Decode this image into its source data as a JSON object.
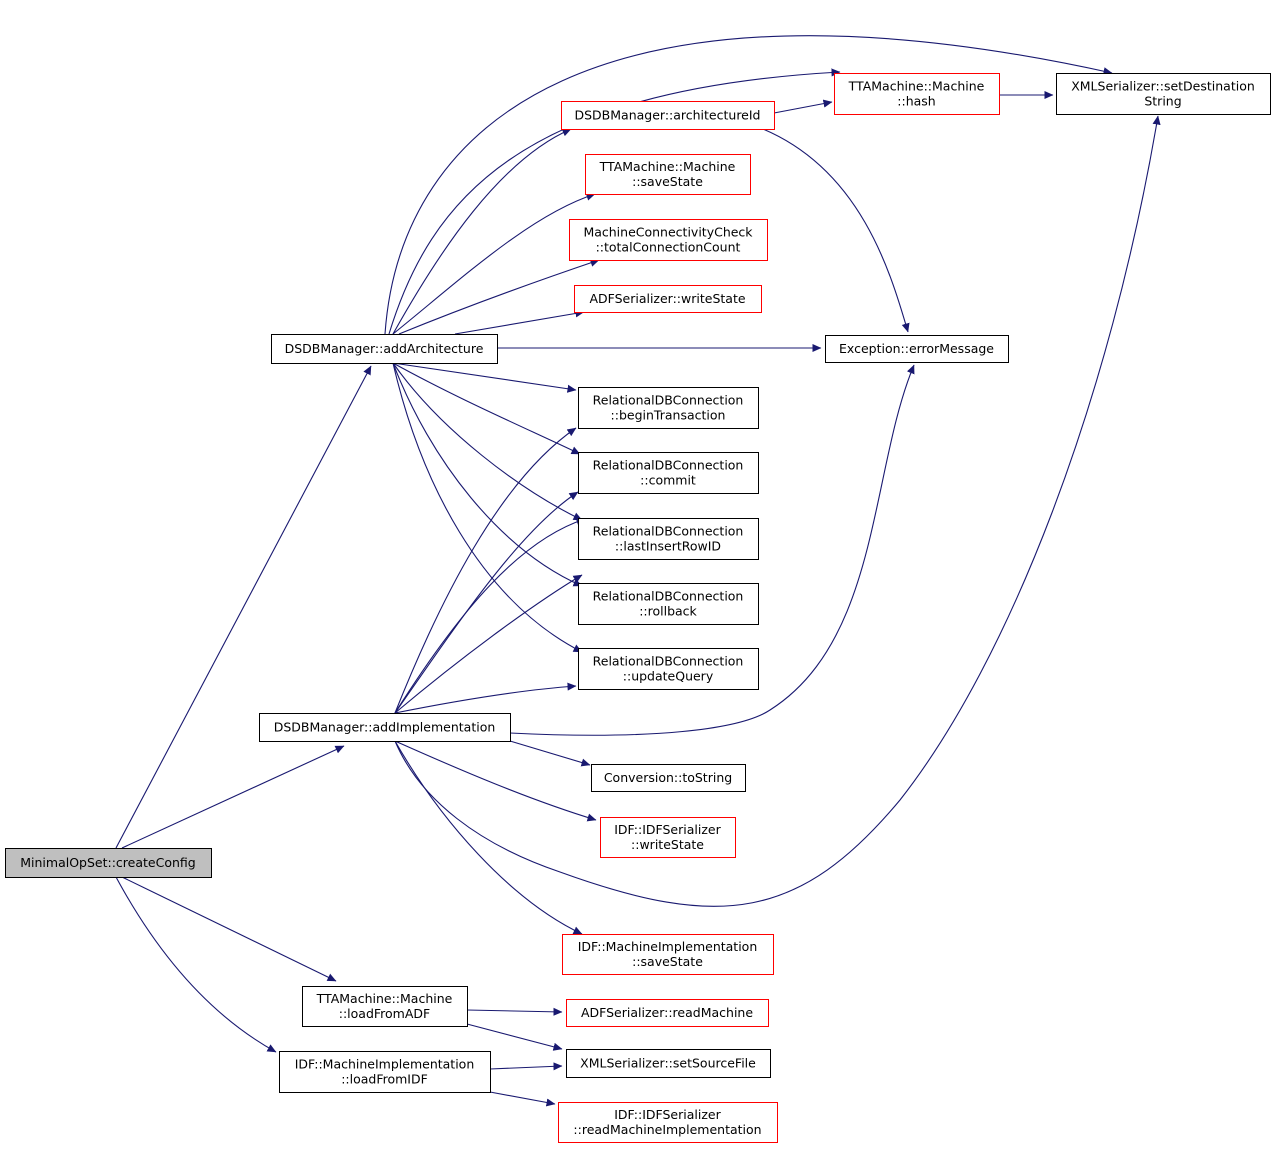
{
  "colors": {
    "edge": "#191970",
    "root_fill": "#bfbfbf",
    "border_default": "#000000",
    "border_truncated": "#ff0000",
    "node_fill": "#ffffff"
  },
  "nodes": [
    {
      "id": "createConfig",
      "lines": [
        "MinimalOpSet::createConfig"
      ],
      "style": "root"
    },
    {
      "id": "addArchitecture",
      "lines": [
        "DSDBManager::addArchitecture"
      ],
      "style": "black"
    },
    {
      "id": "addImplementation",
      "lines": [
        "DSDBManager::addImplementation"
      ],
      "style": "black"
    },
    {
      "id": "loadFromADF",
      "lines": [
        "TTAMachine::Machine",
        "::loadFromADF"
      ],
      "style": "black"
    },
    {
      "id": "loadFromIDF",
      "lines": [
        "IDF::MachineImplementation",
        "::loadFromIDF"
      ],
      "style": "black"
    },
    {
      "id": "architectureId",
      "lines": [
        "DSDBManager::architectureId"
      ],
      "style": "red"
    },
    {
      "id": "saveStateMachine",
      "lines": [
        "TTAMachine::Machine",
        "::saveState"
      ],
      "style": "red"
    },
    {
      "id": "totalConnectionCount",
      "lines": [
        "MachineConnectivityCheck",
        "::totalConnectionCount"
      ],
      "style": "red"
    },
    {
      "id": "adfWriteState",
      "lines": [
        "ADFSerializer::writeState"
      ],
      "style": "red"
    },
    {
      "id": "beginTransaction",
      "lines": [
        "RelationalDBConnection",
        "::beginTransaction"
      ],
      "style": "black"
    },
    {
      "id": "commit",
      "lines": [
        "RelationalDBConnection",
        "::commit"
      ],
      "style": "black"
    },
    {
      "id": "lastInsertRowID",
      "lines": [
        "RelationalDBConnection",
        "::lastInsertRowID"
      ],
      "style": "black"
    },
    {
      "id": "rollback",
      "lines": [
        "RelationalDBConnection",
        "::rollback"
      ],
      "style": "black"
    },
    {
      "id": "updateQuery",
      "lines": [
        "RelationalDBConnection",
        "::updateQuery"
      ],
      "style": "black"
    },
    {
      "id": "toString",
      "lines": [
        "Conversion::toString"
      ],
      "style": "black"
    },
    {
      "id": "idfWriteState",
      "lines": [
        "IDF::IDFSerializer",
        "::writeState"
      ],
      "style": "red"
    },
    {
      "id": "miSaveState",
      "lines": [
        "IDF::MachineImplementation",
        "::saveState"
      ],
      "style": "red"
    },
    {
      "id": "readMachine",
      "lines": [
        "ADFSerializer::readMachine"
      ],
      "style": "red"
    },
    {
      "id": "setSourceFile",
      "lines": [
        "XMLSerializer::setSourceFile"
      ],
      "style": "black"
    },
    {
      "id": "readMachineImplementation",
      "lines": [
        "IDF::IDFSerializer",
        "::readMachineImplementation"
      ],
      "style": "red"
    },
    {
      "id": "hash",
      "lines": [
        "TTAMachine::Machine",
        "::hash"
      ],
      "style": "red"
    },
    {
      "id": "errorMessage",
      "lines": [
        "Exception::errorMessage"
      ],
      "style": "black"
    },
    {
      "id": "setDestinationString",
      "lines": [
        "XMLSerializer::setDestination",
        "String"
      ],
      "style": "black"
    }
  ],
  "edges": [
    {
      "from": "createConfig",
      "to": "addArchitecture"
    },
    {
      "from": "createConfig",
      "to": "addImplementation"
    },
    {
      "from": "createConfig",
      "to": "loadFromADF"
    },
    {
      "from": "createConfig",
      "to": "loadFromIDF"
    },
    {
      "from": "addArchitecture",
      "to": "architectureId"
    },
    {
      "from": "addArchitecture",
      "to": "saveStateMachine"
    },
    {
      "from": "addArchitecture",
      "to": "totalConnectionCount"
    },
    {
      "from": "addArchitecture",
      "to": "adfWriteState"
    },
    {
      "from": "addArchitecture",
      "to": "errorMessage"
    },
    {
      "from": "addArchitecture",
      "to": "beginTransaction"
    },
    {
      "from": "addArchitecture",
      "to": "commit"
    },
    {
      "from": "addArchitecture",
      "to": "lastInsertRowID"
    },
    {
      "from": "addArchitecture",
      "to": "rollback"
    },
    {
      "from": "addArchitecture",
      "to": "updateQuery"
    },
    {
      "from": "addArchitecture",
      "to": "hash"
    },
    {
      "from": "addArchitecture",
      "to": "setDestinationString"
    },
    {
      "from": "architectureId",
      "to": "hash"
    },
    {
      "from": "architectureId",
      "to": "errorMessage"
    },
    {
      "from": "hash",
      "to": "setDestinationString"
    },
    {
      "from": "addImplementation",
      "to": "beginTransaction"
    },
    {
      "from": "addImplementation",
      "to": "commit"
    },
    {
      "from": "addImplementation",
      "to": "rollback"
    },
    {
      "from": "addImplementation",
      "to": "lastInsertRowID"
    },
    {
      "from": "addImplementation",
      "to": "updateQuery"
    },
    {
      "from": "addImplementation",
      "to": "errorMessage"
    },
    {
      "from": "addImplementation",
      "to": "toString"
    },
    {
      "from": "addImplementation",
      "to": "idfWriteState"
    },
    {
      "from": "addImplementation",
      "to": "setDestinationString"
    },
    {
      "from": "addImplementation",
      "to": "miSaveState"
    },
    {
      "from": "loadFromADF",
      "to": "readMachine"
    },
    {
      "from": "loadFromADF",
      "to": "setSourceFile"
    },
    {
      "from": "loadFromIDF",
      "to": "setSourceFile"
    },
    {
      "from": "loadFromIDF",
      "to": "readMachineImplementation"
    }
  ]
}
